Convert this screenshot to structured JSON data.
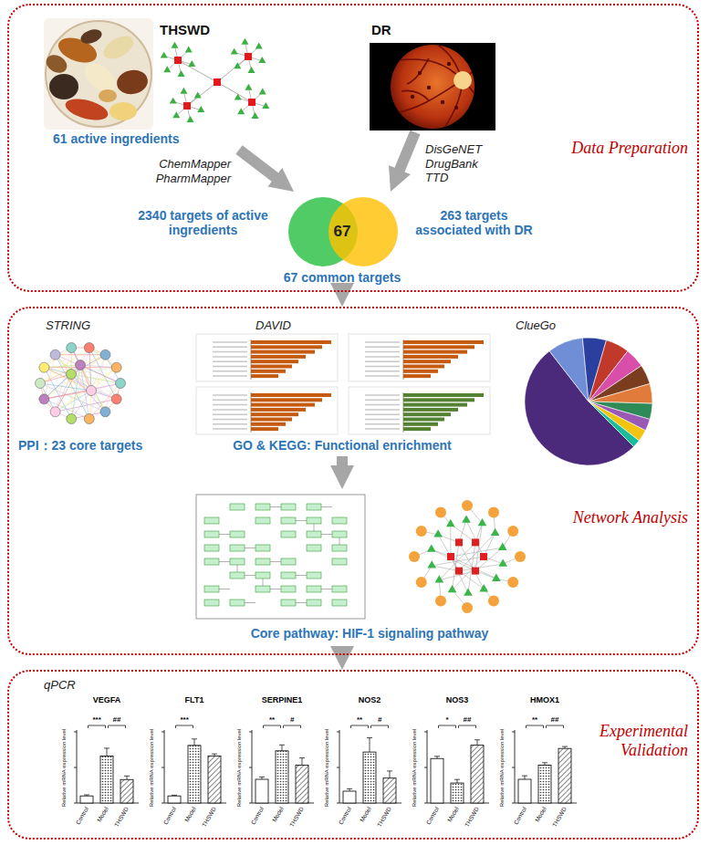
{
  "diagram": {
    "nodes": [
      {
        "text": [
          "Data Preparation"
        ]
      },
      {
        "text": [
          "THSWD",
          "61 active ingredients"
        ],
        "in": 0
      },
      {
        "text": [
          "DR"
        ],
        "in": 0
      },
      {
        "text": [
          "67",
          "67 common targets"
        ],
        "in": 0
      },
      {
        "text": [
          "Network Analysis"
        ]
      },
      {
        "text": [
          "STRING",
          "PPI：23 core targets"
        ],
        "in": 4
      },
      {
        "text": [
          "DAVID",
          "GO & KEGG: Functional enrichment"
        ],
        "in": 4
      },
      {
        "text": [
          "ClueGo"
        ],
        "in": 4
      },
      {
        "text": [
          "Core pathway: HIF-1 signaling pathway"
        ],
        "in": 4
      },
      {
        "text": [
          "Experimental Validation"
        ]
      },
      {
        "text": [
          "qPCR"
        ],
        "in": 9
      },
      {
        "text": [
          "VEGFA"
        ],
        "in": 10
      },
      {
        "text": [
          "FLT1"
        ],
        "in": 10
      },
      {
        "text": [
          "SERPINE1"
        ],
        "in": 10
      },
      {
        "text": [
          "NOS2"
        ],
        "in": 10
      },
      {
        "text": [
          "NOS3"
        ],
        "in": 10
      },
      {
        "text": [
          "HMOX1"
        ],
        "in": 10
      }
    ],
    "edges": [
      {
        "from": 1,
        "to": 3,
        "arrow": "to",
        "label": "ChemMapper PharmMapper"
      },
      {
        "from": 2,
        "to": 3,
        "arrow": "to",
        "label": "DisGeNET DrugBank TTD"
      },
      {
        "from": 3,
        "to": 4,
        "arrow": "to"
      },
      {
        "from": 6,
        "to": 8,
        "arrow": "to"
      },
      {
        "from": 8,
        "to": 9,
        "arrow": "to"
      }
    ],
    "labels": [
      "2340 targets of active ingredients",
      "263 targets associated with DR",
      "Relative mRNA expression level",
      "Control",
      "Model",
      "THSWD",
      "***",
      "##",
      "Relative mRNA expression level",
      "Control",
      "Model",
      "THSWD",
      "***",
      "Relative mRNA expression level",
      "Control",
      "Model",
      "THSWD",
      "**",
      "#",
      "Relative mRNA expression level",
      "Control",
      "Model",
      "THSWD",
      "**",
      "#",
      "Relative mRNA expression level",
      "Control",
      "Model",
      "THSWD",
      "*",
      "##",
      "Relative mRNA expression level",
      "Control",
      "Model",
      "THSWD",
      "**",
      "##"
    ]
  }
}
